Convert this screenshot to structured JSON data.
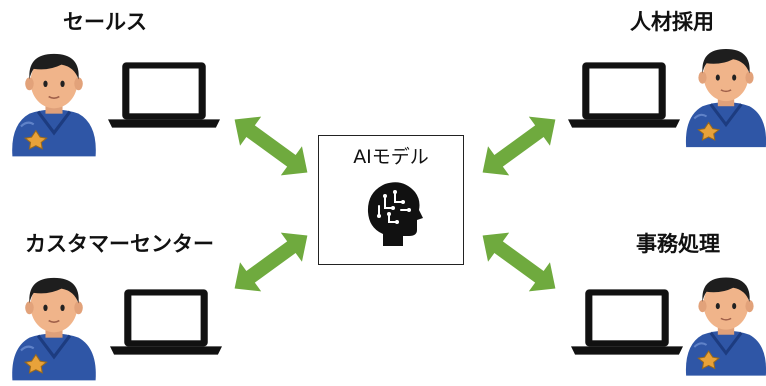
{
  "labels": {
    "sales": "セールス",
    "hr": "人材採用",
    "call_center": "カスタマーセンター",
    "office": "事務処理"
  },
  "center": {
    "title": "AIモデル"
  },
  "icons": {
    "person": "person-with-badge-icon",
    "laptop": "laptop-icon",
    "ai": "ai-head-circuit-icon",
    "arrow": "bidirectional-arrow"
  },
  "colors": {
    "arrow": "#6faa3e",
    "uniform": "#2f56a6",
    "skin": "#f0b48a",
    "hair": "#1e1e1e",
    "badge": "#e8a23a"
  }
}
